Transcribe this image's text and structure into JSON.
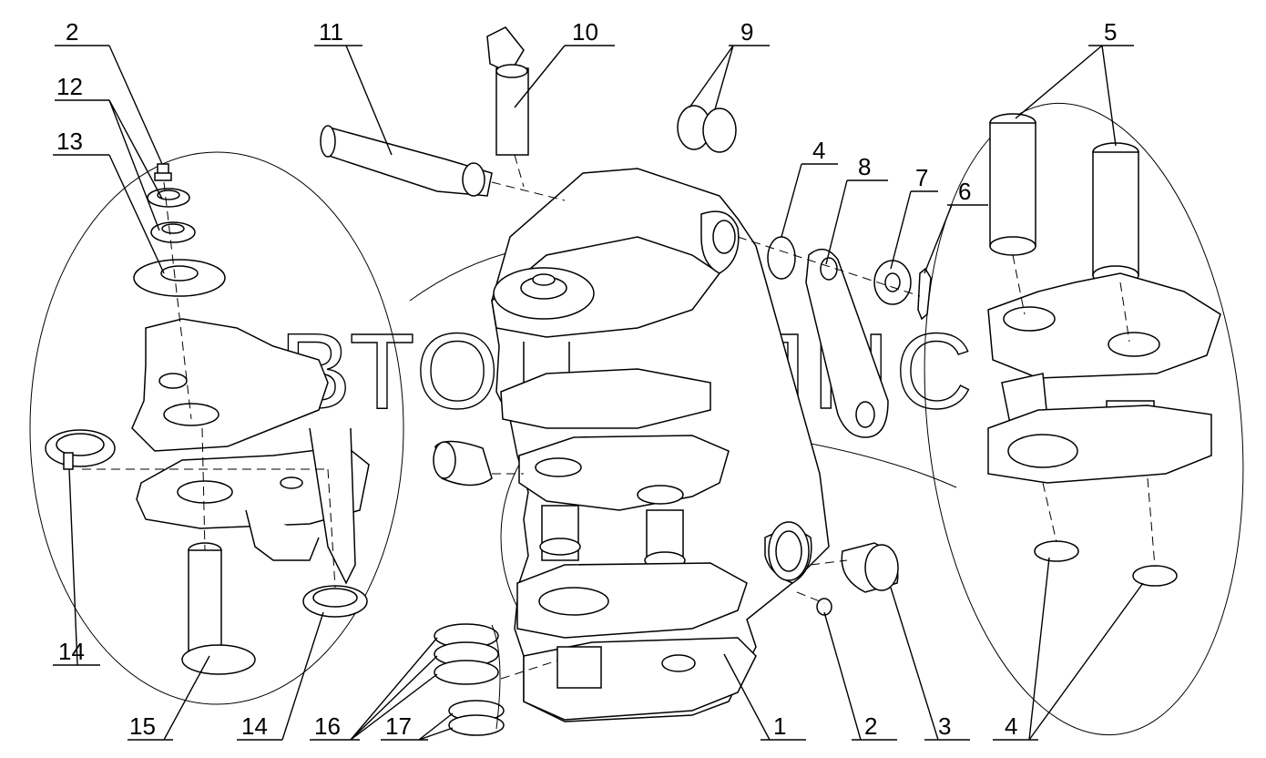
{
  "watermark": "АВТОАЛЬЯНС",
  "callouts": {
    "c1": "1",
    "c2a": "2",
    "c2b": "2",
    "c3": "3",
    "c4a": "4",
    "c4b": "4",
    "c5": "5",
    "c6": "6",
    "c7": "7",
    "c8": "8",
    "c9": "9",
    "c10": "10",
    "c11": "11",
    "c12": "12",
    "c13": "13",
    "c14a": "14",
    "c14b": "14",
    "c15": "15",
    "c16": "16",
    "c17": "17"
  }
}
